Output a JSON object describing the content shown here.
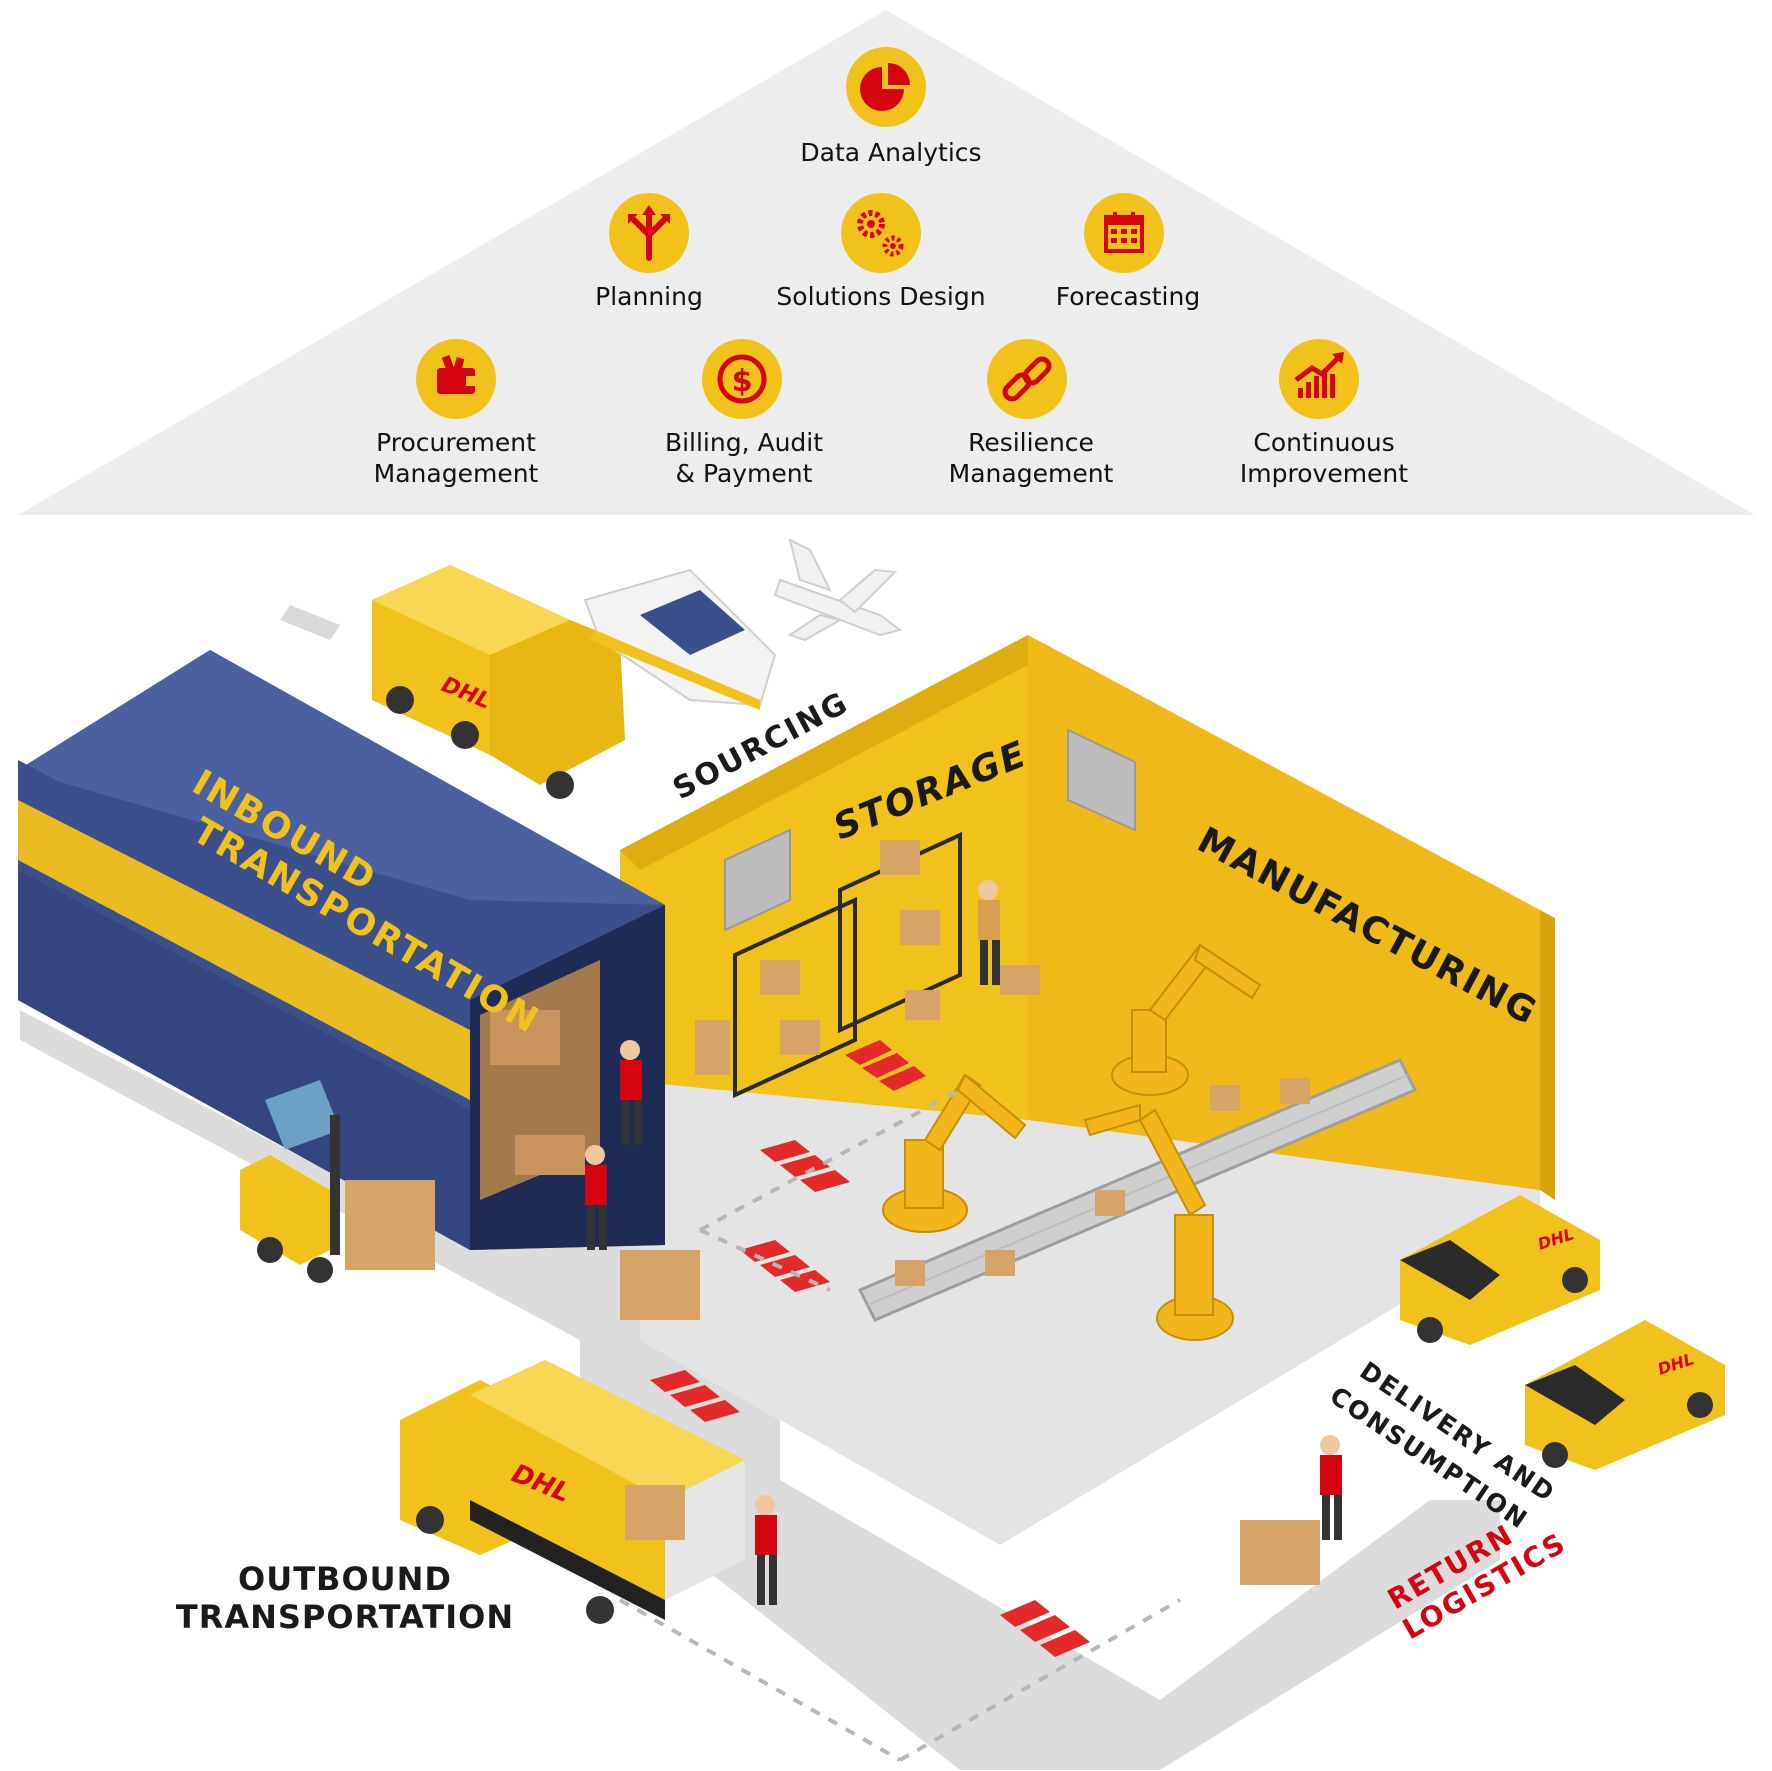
{
  "services": {
    "data_analytics": "Data Analytics",
    "planning": "Planning",
    "solutions_design": "Solutions Design",
    "forecasting": "Forecasting",
    "procurement_line1": "Procurement",
    "procurement_line2": "Management",
    "billing_line1": "Billing, Audit",
    "billing_line2": "& Payment",
    "resilience_line1": "Resilience",
    "resilience_line2": "Management",
    "continuous_line1": "Continuous",
    "continuous_line2": "Improvement"
  },
  "stages": {
    "inbound_line1": "INBOUND",
    "inbound_line2": "TRANSPORTATION",
    "sourcing": "SOURCING",
    "storage": "STORAGE",
    "manufacturing": "MANUFACTURING",
    "delivery_line1": "DELIVERY AND",
    "delivery_line2": "CONSUMPTION",
    "outbound_line1": "OUTBOUND",
    "outbound_line2": "TRANSPORTATION",
    "return_line1": "RETURN",
    "return_line2": "LOGISTICS"
  },
  "brand": {
    "logo_text": "DHL"
  },
  "colors": {
    "yellow": "#f2c21c",
    "red": "#d40511",
    "container_blue": "#3a4f8c",
    "roof_gray": "#ededed",
    "floor_gray": "#e4e4e4"
  },
  "icons": {
    "data_analytics": "pie-chart-icon",
    "planning": "split-arrows-icon",
    "solutions_design": "gears-icon",
    "forecasting": "calendar-icon",
    "procurement": "wallet-icon",
    "billing": "dollar-coin-icon",
    "resilience": "chain-link-icon",
    "continuous": "growth-chart-icon"
  }
}
